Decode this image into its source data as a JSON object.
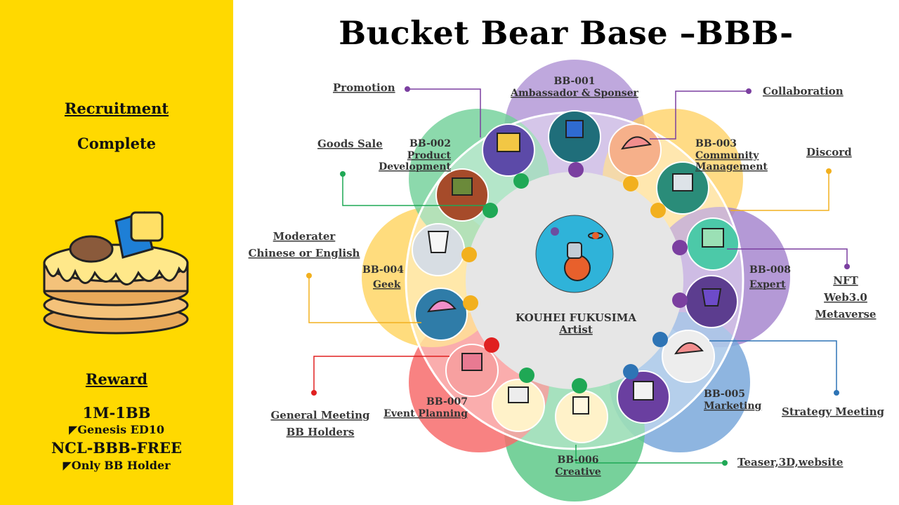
{
  "title": "Bucket Bear Base –BBB-",
  "sidebar": {
    "recruitment": "Recruitment",
    "complete": "Complete",
    "reward": "Reward",
    "reward_lines": [
      "1M-1BB",
      "Genesis ED10",
      "NCL-BBB-FREE",
      "Only BB Holder"
    ]
  },
  "center": {
    "name": "KOUHEI FUKUSIMA",
    "role": "Artist"
  },
  "teams": [
    {
      "code": "BB-001",
      "role": "Ambassador & Sponser",
      "color": "#A98BD1"
    },
    {
      "code": "BB-002",
      "role": "Product Development",
      "color": "#6FCF97"
    },
    {
      "code": "BB-003",
      "role": "Community Management",
      "color": "#FFCF5C"
    },
    {
      "code": "BB-004",
      "role": "Geek",
      "color": "#FFD35C"
    },
    {
      "code": "BB-005",
      "role": "Marketing",
      "color": "#7AA8DB"
    },
    {
      "code": "BB-006",
      "role": "Creative",
      "color": "#5FC98A"
    },
    {
      "code": "BB-007",
      "role": "Event Planning",
      "color": "#F76C6C"
    },
    {
      "code": "BB-008",
      "role": "Expert",
      "color": "#A17FCC"
    }
  ],
  "external": [
    {
      "label": "Promotion",
      "color": "#7B3FA0"
    },
    {
      "label": "Collaboration",
      "color": "#7B3FA0"
    },
    {
      "label": "Goods Sale",
      "color": "#1FA855"
    },
    {
      "label": "Discord",
      "color": "#F2B01E"
    },
    {
      "label": "Moderater",
      "color": "#F2B01E"
    },
    {
      "label": "Chinese or English",
      "color": "#F2B01E"
    },
    {
      "label": "NFT",
      "color": "#7B3FA0"
    },
    {
      "label": "Web3.0",
      "color": "#7B3FA0"
    },
    {
      "label": "Metaverse",
      "color": "#7B3FA0"
    },
    {
      "label": "General Meeting",
      "color": "#E02020"
    },
    {
      "label": "BB Holders",
      "color": "#E02020"
    },
    {
      "label": "Strategy Meeting",
      "color": "#2E74B5"
    },
    {
      "label": "Teaser,3D,website",
      "color": "#1FA855"
    }
  ]
}
